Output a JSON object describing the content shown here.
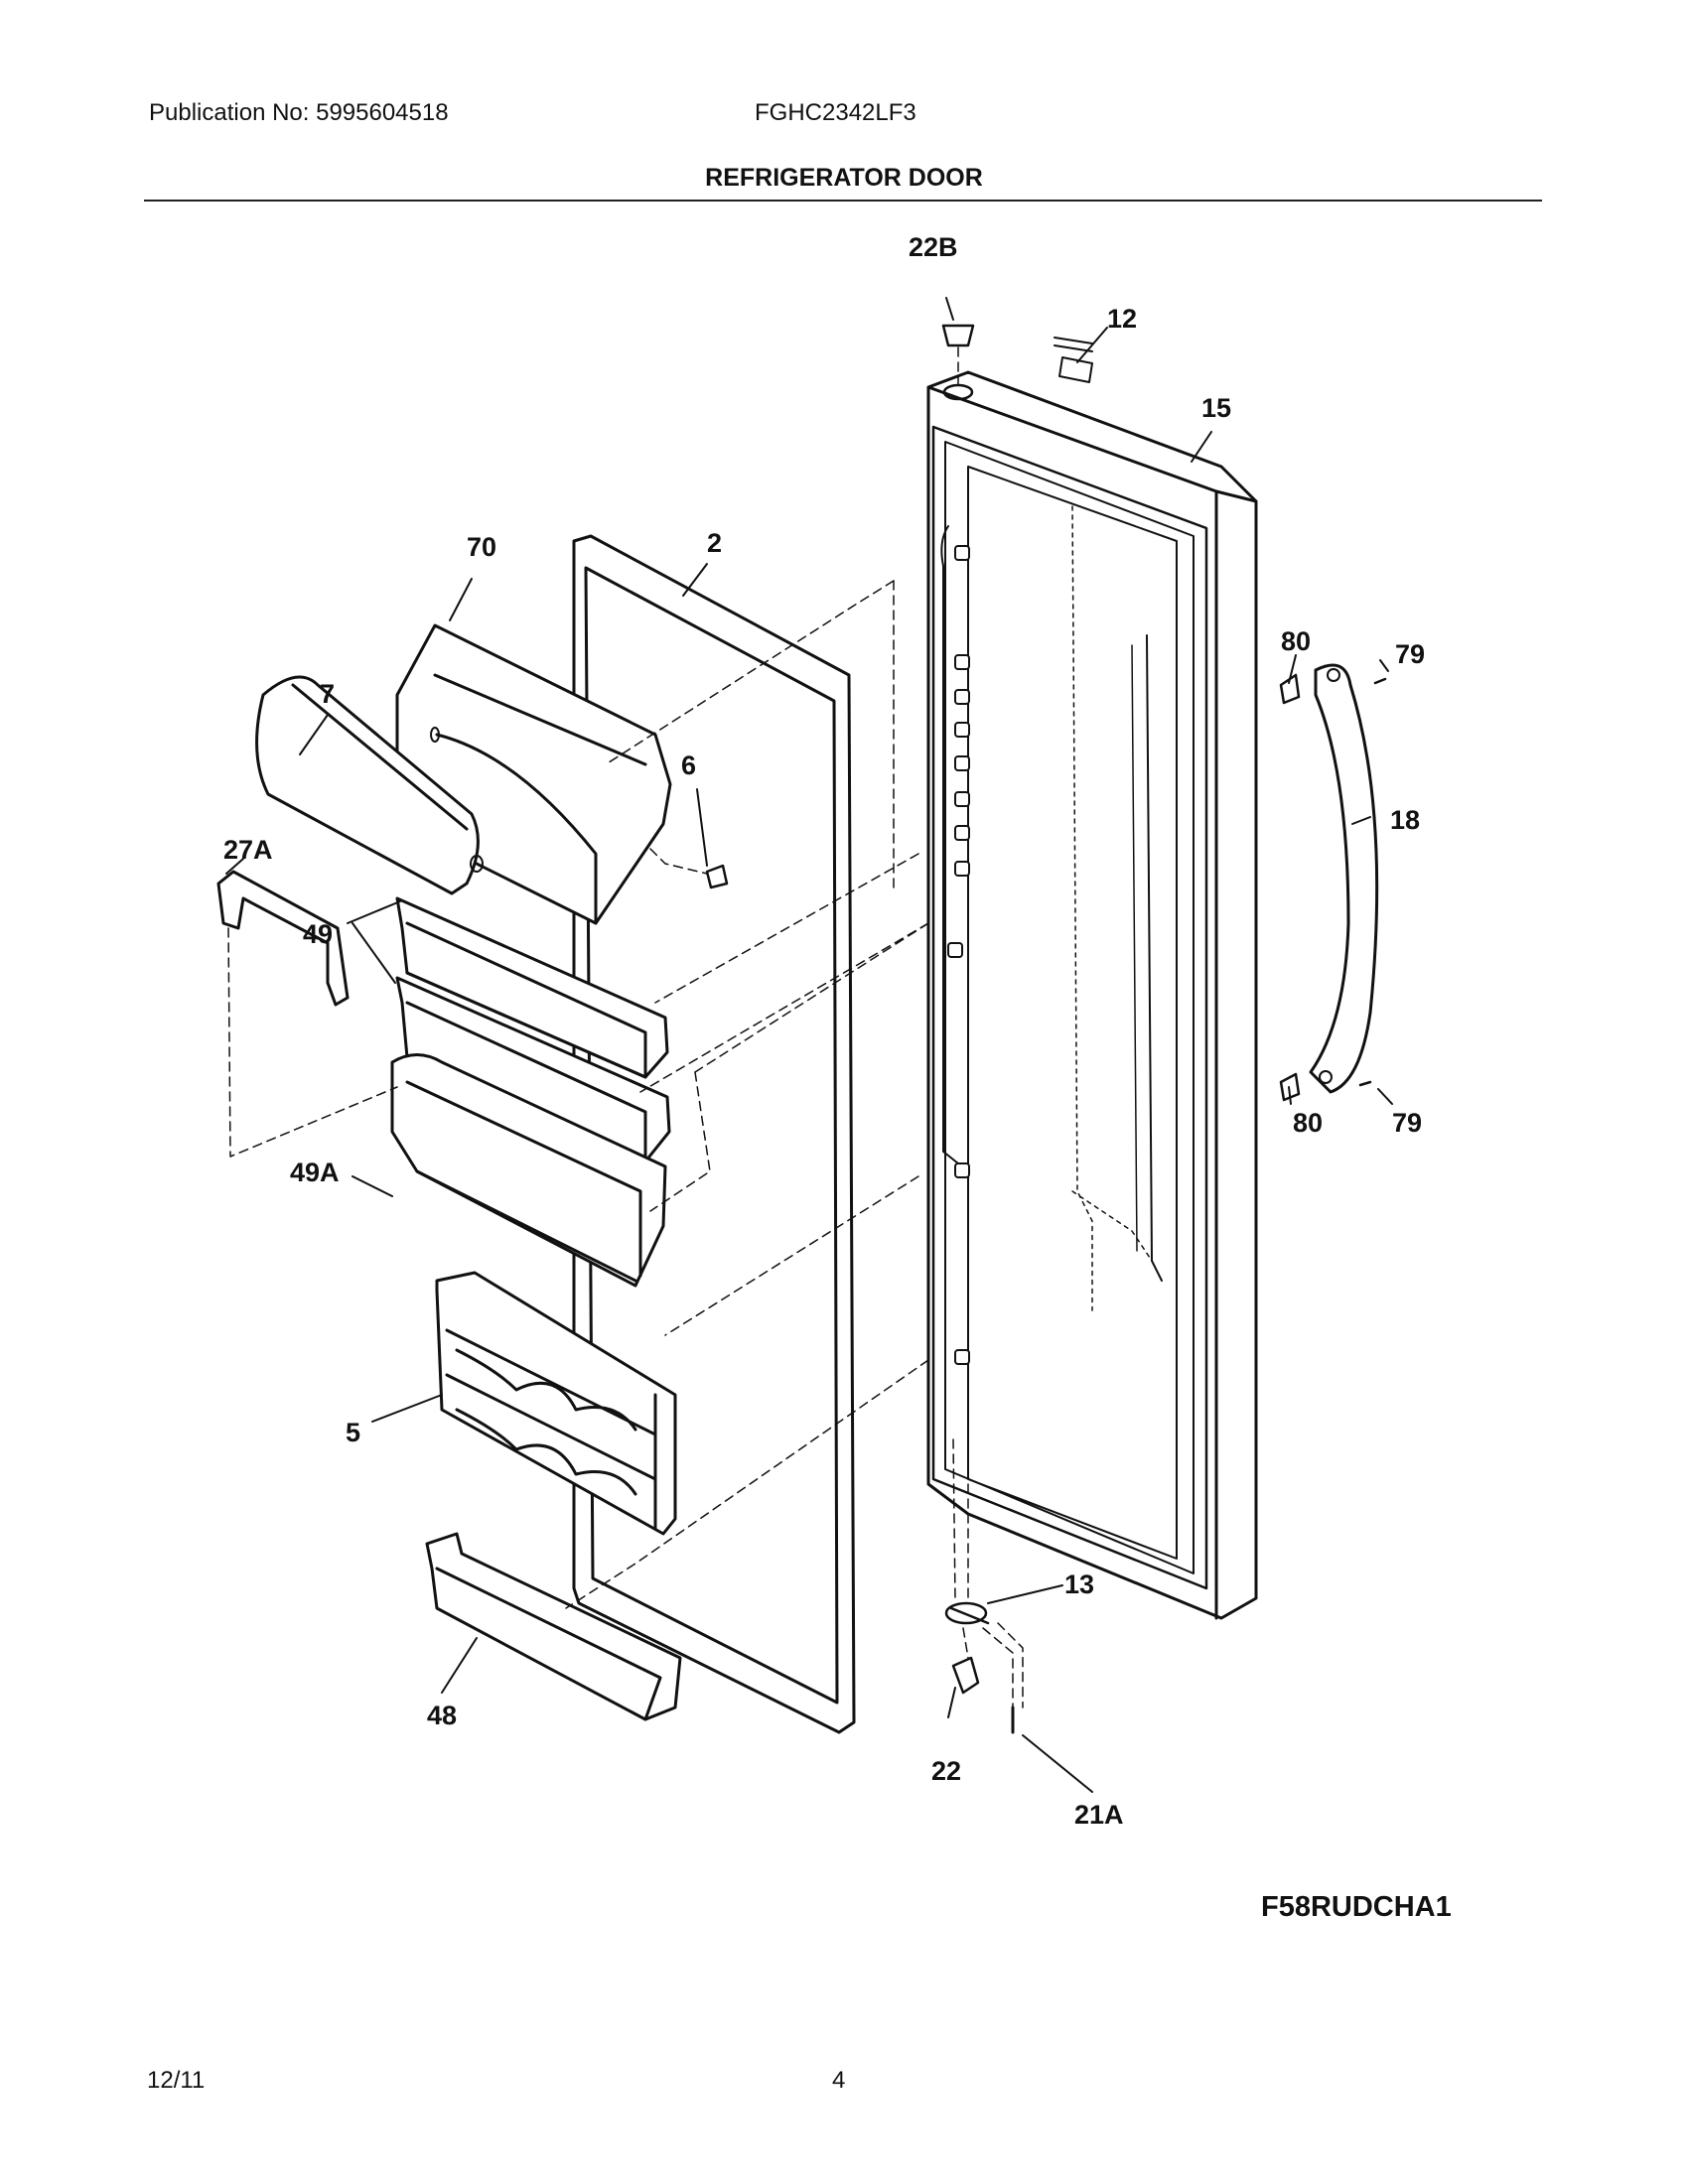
{
  "header": {
    "publication": "Publication No: 5995604518",
    "model": "FGHC2342LF3",
    "title": "REFRIGERATOR DOOR"
  },
  "callouts": {
    "p22B": "22B",
    "p12": "12",
    "p15": "15",
    "p70": "70",
    "p2": "2",
    "p7": "7",
    "p6": "6",
    "p27A": "27A",
    "p49": "49",
    "p49A": "49A",
    "p80a": "80",
    "p79a": "79",
    "p18": "18",
    "p80b": "80",
    "p79b": "79",
    "p5": "5",
    "p13": "13",
    "p48": "48",
    "p22": "22",
    "p21A": "21A"
  },
  "diagram_code": "F58RUDCHA1",
  "footer": {
    "date": "12/11",
    "page": "4"
  }
}
